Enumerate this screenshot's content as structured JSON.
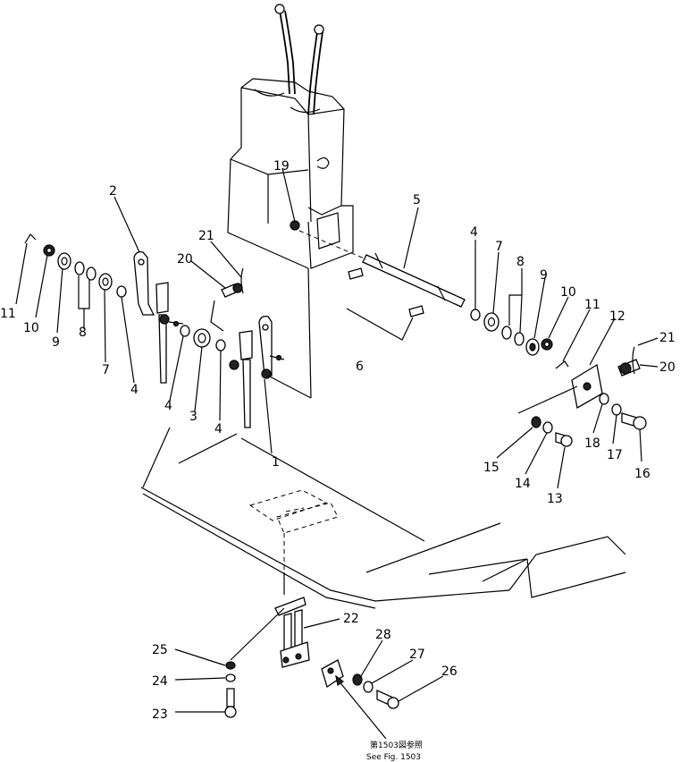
{
  "diagram": {
    "part_labels": [
      {
        "id": "l1",
        "text": "1"
      },
      {
        "id": "l2",
        "text": "2"
      },
      {
        "id": "l3",
        "text": "3"
      },
      {
        "id": "l4a",
        "text": "4"
      },
      {
        "id": "l4b",
        "text": "4"
      },
      {
        "id": "l4c",
        "text": "4"
      },
      {
        "id": "l4d",
        "text": "4"
      },
      {
        "id": "l5",
        "text": "5"
      },
      {
        "id": "l6",
        "text": "6"
      },
      {
        "id": "l7a",
        "text": "7"
      },
      {
        "id": "l7b",
        "text": "7"
      },
      {
        "id": "l8a",
        "text": "8"
      },
      {
        "id": "l8b",
        "text": "8"
      },
      {
        "id": "l9a",
        "text": "9"
      },
      {
        "id": "l9b",
        "text": "9"
      },
      {
        "id": "l10a",
        "text": "10"
      },
      {
        "id": "l10b",
        "text": "10"
      },
      {
        "id": "l11a",
        "text": "11"
      },
      {
        "id": "l11b",
        "text": "11"
      },
      {
        "id": "l12",
        "text": "12"
      },
      {
        "id": "l13",
        "text": "13"
      },
      {
        "id": "l14",
        "text": "14"
      },
      {
        "id": "l15",
        "text": "15"
      },
      {
        "id": "l16",
        "text": "16"
      },
      {
        "id": "l17",
        "text": "17"
      },
      {
        "id": "l18",
        "text": "18"
      },
      {
        "id": "l19",
        "text": "19"
      },
      {
        "id": "l20a",
        "text": "20"
      },
      {
        "id": "l20b",
        "text": "20"
      },
      {
        "id": "l21a",
        "text": "21"
      },
      {
        "id": "l21b",
        "text": "21"
      },
      {
        "id": "l22",
        "text": "22"
      },
      {
        "id": "l23",
        "text": "23"
      },
      {
        "id": "l24",
        "text": "24"
      },
      {
        "id": "l25",
        "text": "25"
      },
      {
        "id": "l26",
        "text": "26"
      },
      {
        "id": "l27",
        "text": "27"
      },
      {
        "id": "l28",
        "text": "28"
      }
    ],
    "reference_note": {
      "japanese": "第1503図参照",
      "english": "See Fig. 1503"
    }
  }
}
